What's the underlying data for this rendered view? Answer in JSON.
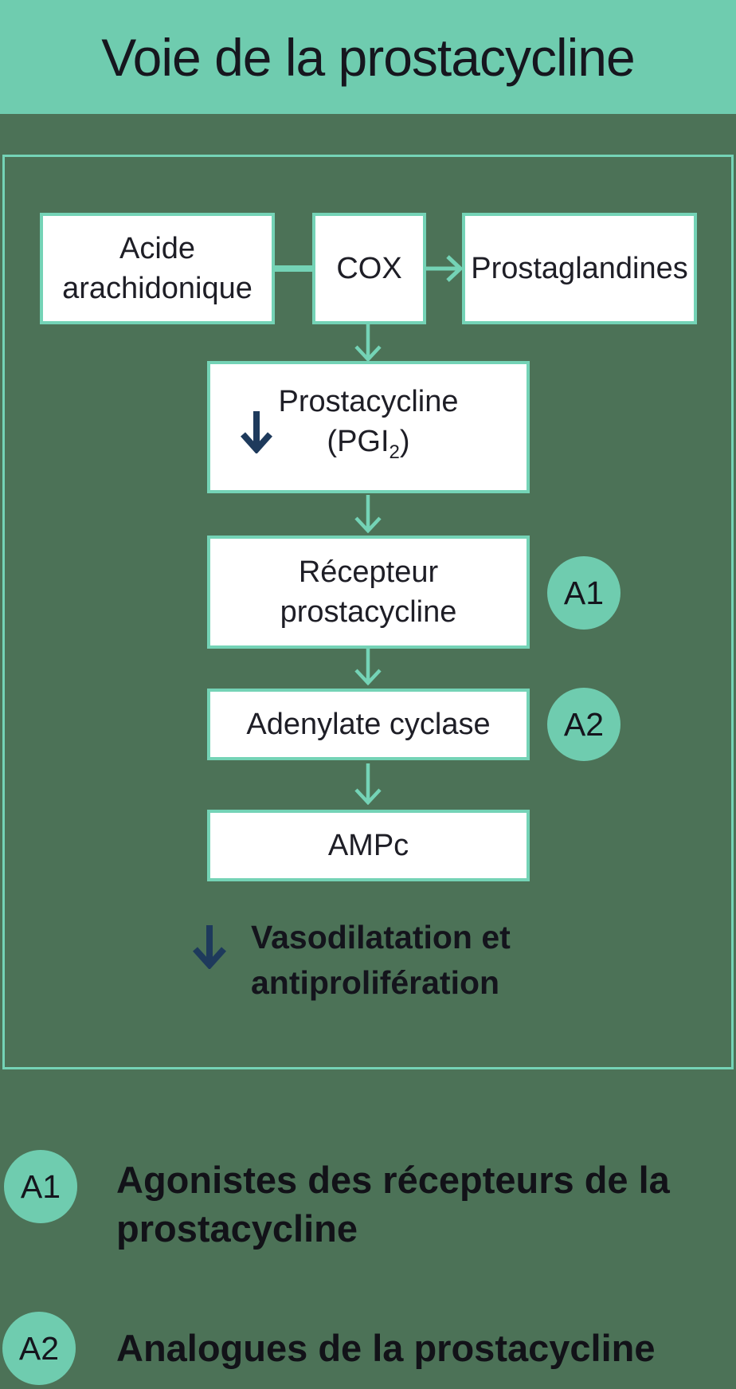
{
  "title": "Voie de la prostacycline",
  "colors": {
    "banner_mint": "#6fccaf",
    "background_green": "#4c7257",
    "teal_border": "#74d3b6",
    "box_fill": "#ffffff",
    "navy_arrow": "#1e3a5c",
    "text_dark": "#1e1e26"
  },
  "flow": {
    "acide": {
      "lines": [
        "Acide",
        "arachidonique"
      ]
    },
    "cox": {
      "label": "COX"
    },
    "prostaglandines": {
      "label": "Prostaglandines"
    },
    "prostacycline": {
      "line1": "Prostacycline",
      "line2_pre": "(PGI",
      "line2_sub": "2",
      "line2_post": ")"
    },
    "recepteur": {
      "lines": [
        "Récepteur",
        "prostacycline"
      ]
    },
    "adenylate": {
      "label": "Adenylate cyclase"
    },
    "ampc": {
      "label": "AMPc"
    },
    "badge_a1": "A1",
    "badge_a2": "A2",
    "outcome": {
      "lines": [
        "Vasodilatation et",
        "antiprolifération"
      ]
    }
  },
  "legend": {
    "items": [
      {
        "badge": "A1",
        "lines": [
          "Agonistes des récepteurs de la",
          "prostacycline"
        ]
      },
      {
        "badge": "A2",
        "lines": [
          "Analogues de la prostacycline"
        ]
      }
    ]
  }
}
